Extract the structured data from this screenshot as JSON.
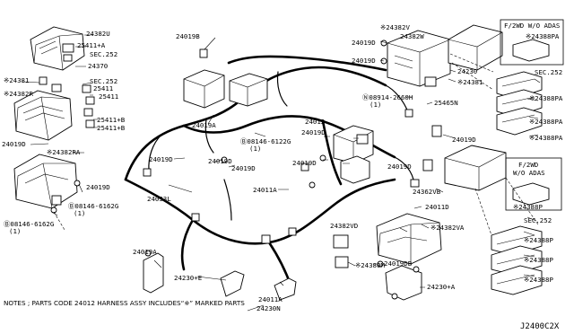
{
  "labels": {
    "l_24382U": "24382U",
    "l_25411A": "25411+A",
    "l_sec252a": "SEC.252",
    "l_24370": "24370",
    "l_24381": "※24381",
    "l_24382R": "※24382R",
    "l_sec252b": "SEC.252",
    "l_25411a": "25411",
    "l_25411b": "25411",
    "l_25411B": "25411+B",
    "l_25411B2": "25411+B",
    "l_24019D_left": "24019D",
    "l_24382RA": "※24382RA",
    "l_24019D_mid": "24019D",
    "l_08146_6162G_a": "Ⓑ08146-6162G",
    "l_08146_6162G_a_q": "(1)",
    "l_08146_6162G_b": "Ⓑ08146-6162G",
    "l_08146_6162G_b_q": "(1)",
    "l_24019B": "24019B",
    "l_24019A": "24019A",
    "l_08146_6122G": "Ⓑ08146-6122G",
    "l_08146_6122G_q": "(1)",
    "l_24019D_c1": "24019D",
    "l_24019D_c2": "24019D",
    "l_24019D_c3": "24019D",
    "l_24033L": "24033L",
    "l_24011A_a": "24011A",
    "l_24011A_b": "24011A",
    "l_24012": "24012",
    "l_24019D_r": "24019D",
    "l_24019D_r2": "24019D",
    "l_24019D_r3": "24019D",
    "l_24019A_b": "24019A",
    "l_24230E": "24230+E",
    "l_24230N": "24230N",
    "l_24382V": "※24382V",
    "l_24382W": "24382W",
    "l_24019D_t1": "24019D",
    "l_24019D_t2": "24019D",
    "l_24230": "24230",
    "l_24381_r": "※24381",
    "l_08914_2660H": "Ⓝ08914-2660H",
    "l_08914_2660H_q": "(1)",
    "l_25465N": "25465N",
    "l_24019D_tr": "24019D",
    "l_24362VB": "24362VB",
    "l_24011D": "24011D",
    "l_24382VD": "24382VD",
    "l_24382VA": "※24382VA",
    "l_24380M": "※24380M",
    "l_24019DB": "24019DB",
    "l_24230A": "24230+A",
    "l_box1_title": "F/2WD W/O ADAS",
    "l_box1_part": "※24388PA",
    "l_sec252c": "SEC.252",
    "l_24388PA_1": "※24388PA",
    "l_24388PA_2": "※24388PA",
    "l_24388PA_3": "※24388PA",
    "l_box2_title1": "F/2WD",
    "l_box2_title2": "W/O ADAS",
    "l_box2_part": "※24388P",
    "l_sec252d": "SEC.252",
    "l_24388P_1": "※24388P",
    "l_24388P_2": "※24388P",
    "l_24388P_3": "※24388P"
  },
  "notes": "NOTES ; PARTS CODE 24012 HARNESS ASSY INCLUDES“※” MARKED PARTS",
  "diagram_code": "J2400C2X"
}
